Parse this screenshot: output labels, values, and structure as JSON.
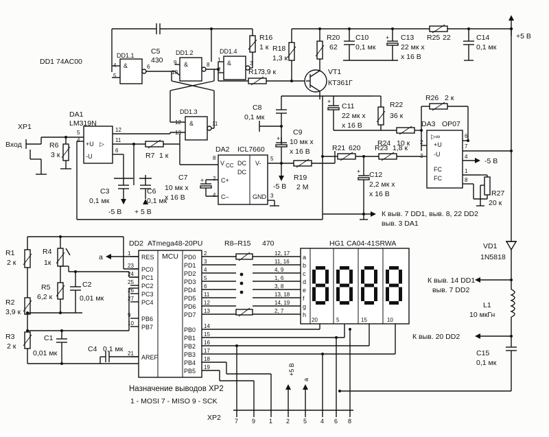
{
  "header": {
    "logic_family": "DD1 74AC00"
  },
  "supply": {
    "plus5": "+5 В",
    "minus5": "-5 В",
    "plus5b": "+5 В"
  },
  "connectors": {
    "xp1": "XP1",
    "input": "Вход",
    "xp2": "XP2"
  },
  "chips": {
    "dd11": "DD1.1",
    "dd12": "DD1.2",
    "dd13": "DD1.3",
    "dd14": "DD1.4",
    "da1": "DA1",
    "da1_type": "LM319N",
    "da2": "DA2",
    "da2_type": "ICL7660",
    "da3": "DA3",
    "da3_type": "OP07",
    "dd2": "DD2",
    "dd2_type": "ATmega48-20PU",
    "mcu": "MCU",
    "hg1": "HG1",
    "hg1_type": "CA04-41SRWA",
    "vt1": "VT1",
    "vt1_type": "КТ361Г",
    "vd1": "VD1",
    "vd1_type": "1N5818",
    "l1": "L1",
    "l1_val": "10 мкГн"
  },
  "passives": {
    "c5": "C5",
    "c5v": "430",
    "r16": "R16",
    "r16v": "1 к",
    "r18": "R18",
    "r18v": "1,3 к",
    "r20": "R20",
    "r20v": "62",
    "r17": "R17",
    "r17v": "3,9 к",
    "c10": "C10",
    "c10v": "0,1 мк",
    "c13": "C13",
    "c13v": "22 мк х",
    "c13v2": "х 16 В",
    "r25": "R25",
    "r25v": "22",
    "c14": "C14",
    "c14v": "0,1 мк",
    "c8": "C8",
    "c8v": "0,1 мк",
    "c11": "C11",
    "c11v": "22 мк х",
    "c11v2": "х 16 В",
    "r22": "R22",
    "r22v": "36 к",
    "r26": "R26",
    "r26v": "2 к",
    "c9": "C9",
    "c9v": "10 мк х",
    "c9v2": "х 16 В",
    "r24": "R24",
    "r24v": "10 к",
    "r6": "R6",
    "r6v": "3 к",
    "r7": "R7",
    "r7v": "1 к",
    "r21": "R21",
    "r21v": "620",
    "r23": "R23",
    "r23v": "1,8 к",
    "r19": "R19",
    "r19v": "2 М",
    "c7": "C7",
    "c7v": "10 мк х",
    "c7v2": "х 16 В",
    "c3": "C3",
    "c3v": "0,1 мк",
    "c6": "C6",
    "c6v": "0,1 мк",
    "c12": "C12",
    "c12v": "2,2 мк х",
    "c12v2": "х 16 В",
    "r27": "R27",
    "r27v": "20 к",
    "r1": "R1",
    "r1v": "2 к",
    "r4": "R4",
    "r4v": "1к",
    "r5": "R5",
    "r5v": "6,2 к",
    "c2": "C2",
    "c2v": "0,01 мк",
    "r2": "R2",
    "r2v": "3,9 к",
    "r3": "R3",
    "r3v": "2 к",
    "c1": "C1",
    "c1v": "0,01 мк",
    "c4": "C4",
    "c4v": "0,1 мк",
    "c15": "C15",
    "c15v": "0,1 мк",
    "r8r15": "R8–R15",
    "r8r15v": "470"
  },
  "notes": {
    "k_pins": "К выв. 7 DD1, выв. 8, 22 DD2",
    "k_pins2": "выв. 3 DA1",
    "k14": "К выв. 14 DD1",
    "k14b": "выв. 7 DD2",
    "k20": "К выв. 20 DD2",
    "xp2_title": "Назначение выводов XP2",
    "xp2_pins": "1 - MOSI  7 - MISO   9 - SCK",
    "a": "а",
    "a2": "а"
  },
  "mcu_pins": {
    "left": [
      "RES",
      "PC0",
      "PC1",
      "PC2",
      "PC3",
      "PC4",
      "PB6",
      "PB7",
      "AREF"
    ],
    "left_nums": [
      "1",
      "23",
      "24",
      "25",
      "26",
      "27",
      "9",
      "10",
      "21"
    ],
    "right": [
      "PD0",
      "PD1",
      "PD2",
      "PD3",
      "PD4",
      "PD5",
      "PD6",
      "PD7",
      "PB0",
      "PB1",
      "PB2",
      "PB3",
      "PB4",
      "PB5"
    ],
    "right_nums": [
      "2",
      "3",
      "4",
      "5",
      "6",
      "11",
      "12",
      "13",
      "14",
      "15",
      "16",
      "17",
      "18",
      "19"
    ],
    "seg_pins": [
      "12, 17",
      "11, 16",
      "4, 9",
      "1, 6",
      "3, 8",
      "13, 18",
      "14, 19",
      "2, 7"
    ],
    "seg_letters": [
      "a",
      "b",
      "c",
      "d",
      "e",
      "f",
      "g",
      "h"
    ],
    "digit_pins": [
      "20",
      "5",
      "15",
      "10"
    ],
    "xp2_nums": [
      "7",
      "9",
      "1",
      "2",
      "5",
      "4",
      "6",
      "8"
    ]
  },
  "opamp_pins": {
    "da3_fc1": "FC",
    "da3_fc2": "FC",
    "da2_vcc": "V",
    "da2_cc": "CC",
    "da2_dc": "DC",
    "da2_dc2": "DC",
    "da2_vm": "V-",
    "da2_cp": "C+",
    "da2_cm": "C–",
    "da2_gnd": "GND"
  }
}
